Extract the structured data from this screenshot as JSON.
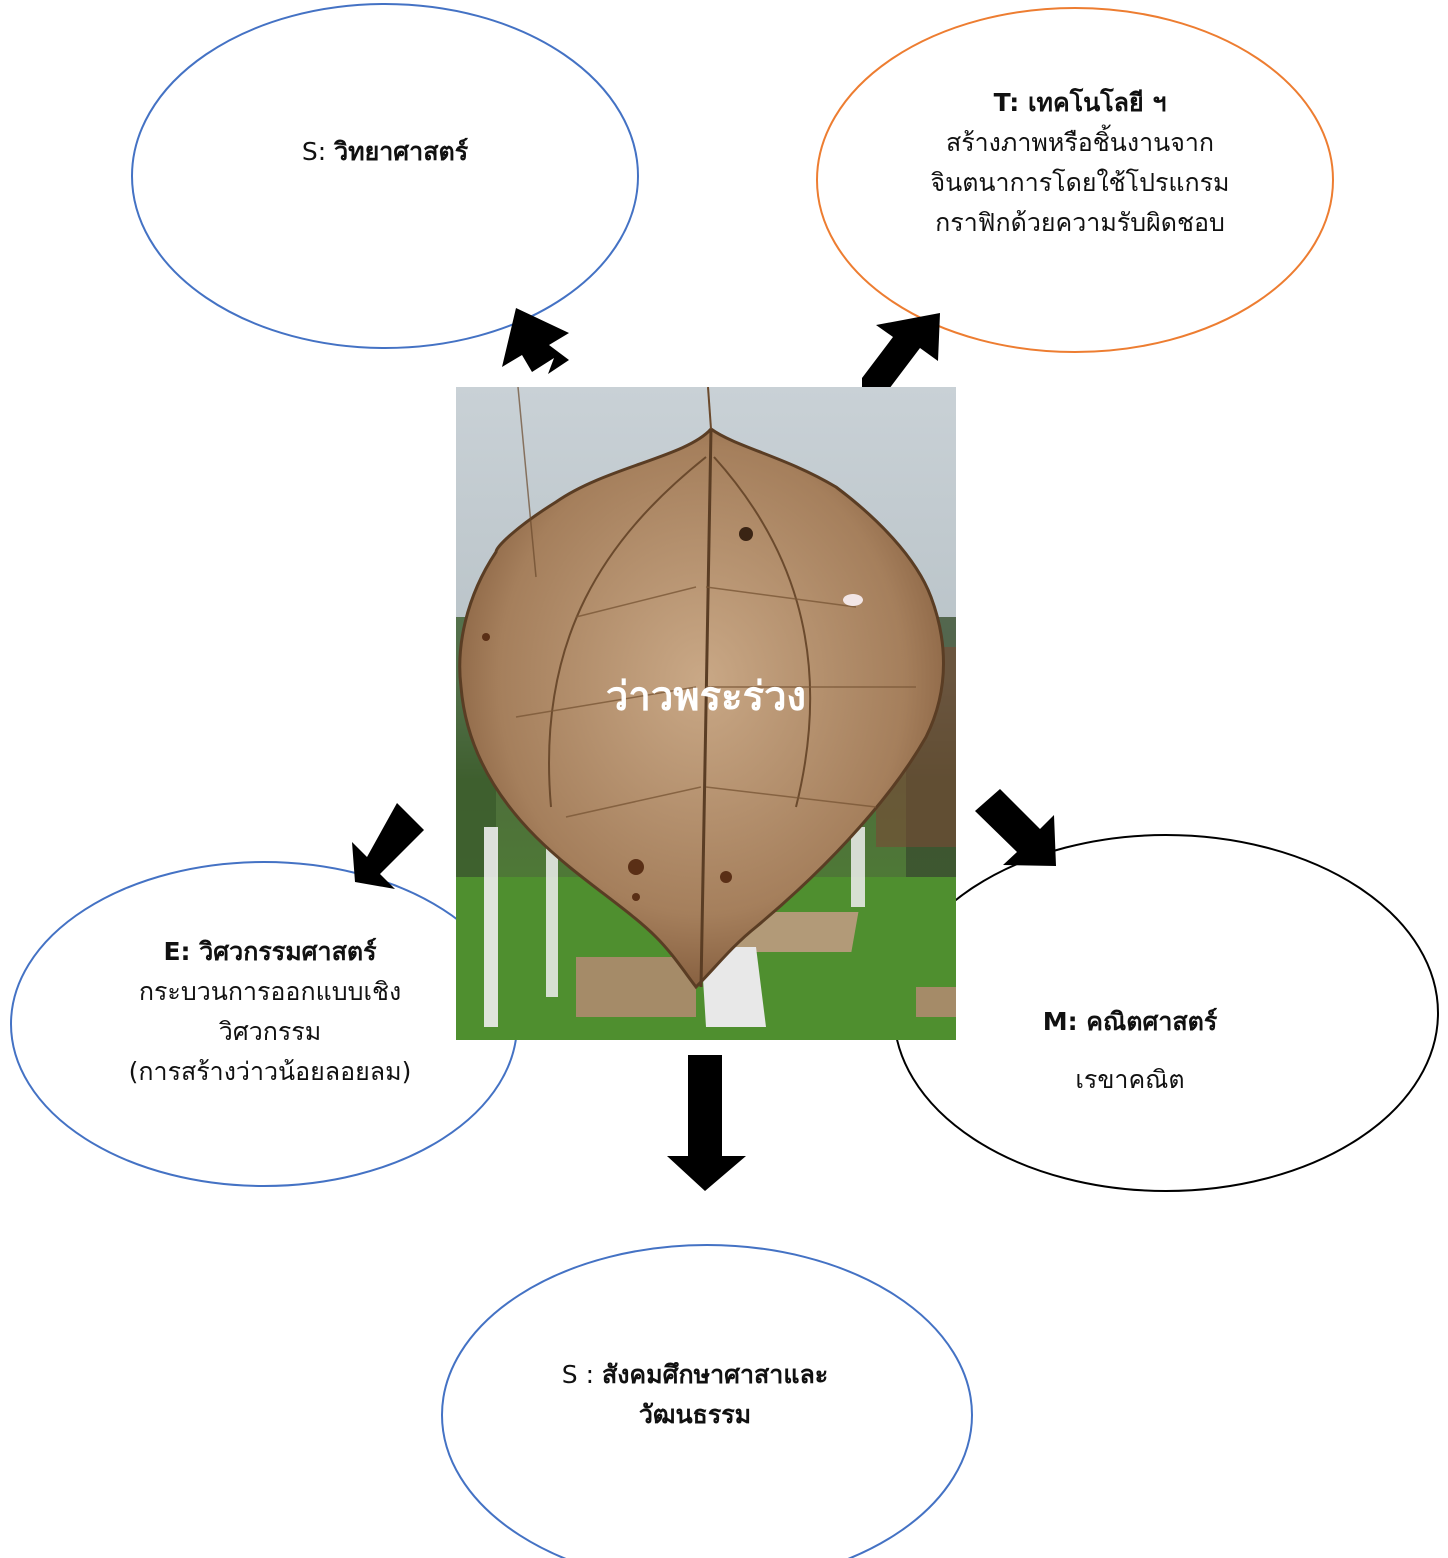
{
  "center": {
    "label": "ว่าวพระร่วง",
    "photo": "dried-leaf-skeleton-photo"
  },
  "nodes": {
    "science": {
      "prefix": "S: ",
      "title": "วิทยาศาสตร์",
      "color": "#4472C4"
    },
    "technology": {
      "title": "T: เทคโนโลยี ฯ",
      "lines": [
        "สร้างภาพหรือชิ้นงานจาก",
        "จินตนาการโดยใช้โปรแกรม",
        "กราฟิกด้วยความรับผิดชอบ"
      ],
      "color": "#ED7D31"
    },
    "engineering": {
      "title": "E: วิศวกรรมศาสตร์",
      "lines": [
        "กระบวนการออกแบบเชิง",
        "วิศวกรรม",
        "(การสร้างว่าวน้อยลอยลม)"
      ],
      "color": "#4472C4"
    },
    "mathematics": {
      "title": "M: คณิตศาสตร์",
      "lines": [
        "เรขาคณิต"
      ],
      "color": "#000000"
    },
    "social": {
      "prefix": "S : ",
      "title_lines": [
        "สังคมศึกษาศาสาและ",
        "วัฒนธรรม"
      ],
      "color": "#4472C4"
    }
  },
  "arrow_color": "#000000"
}
